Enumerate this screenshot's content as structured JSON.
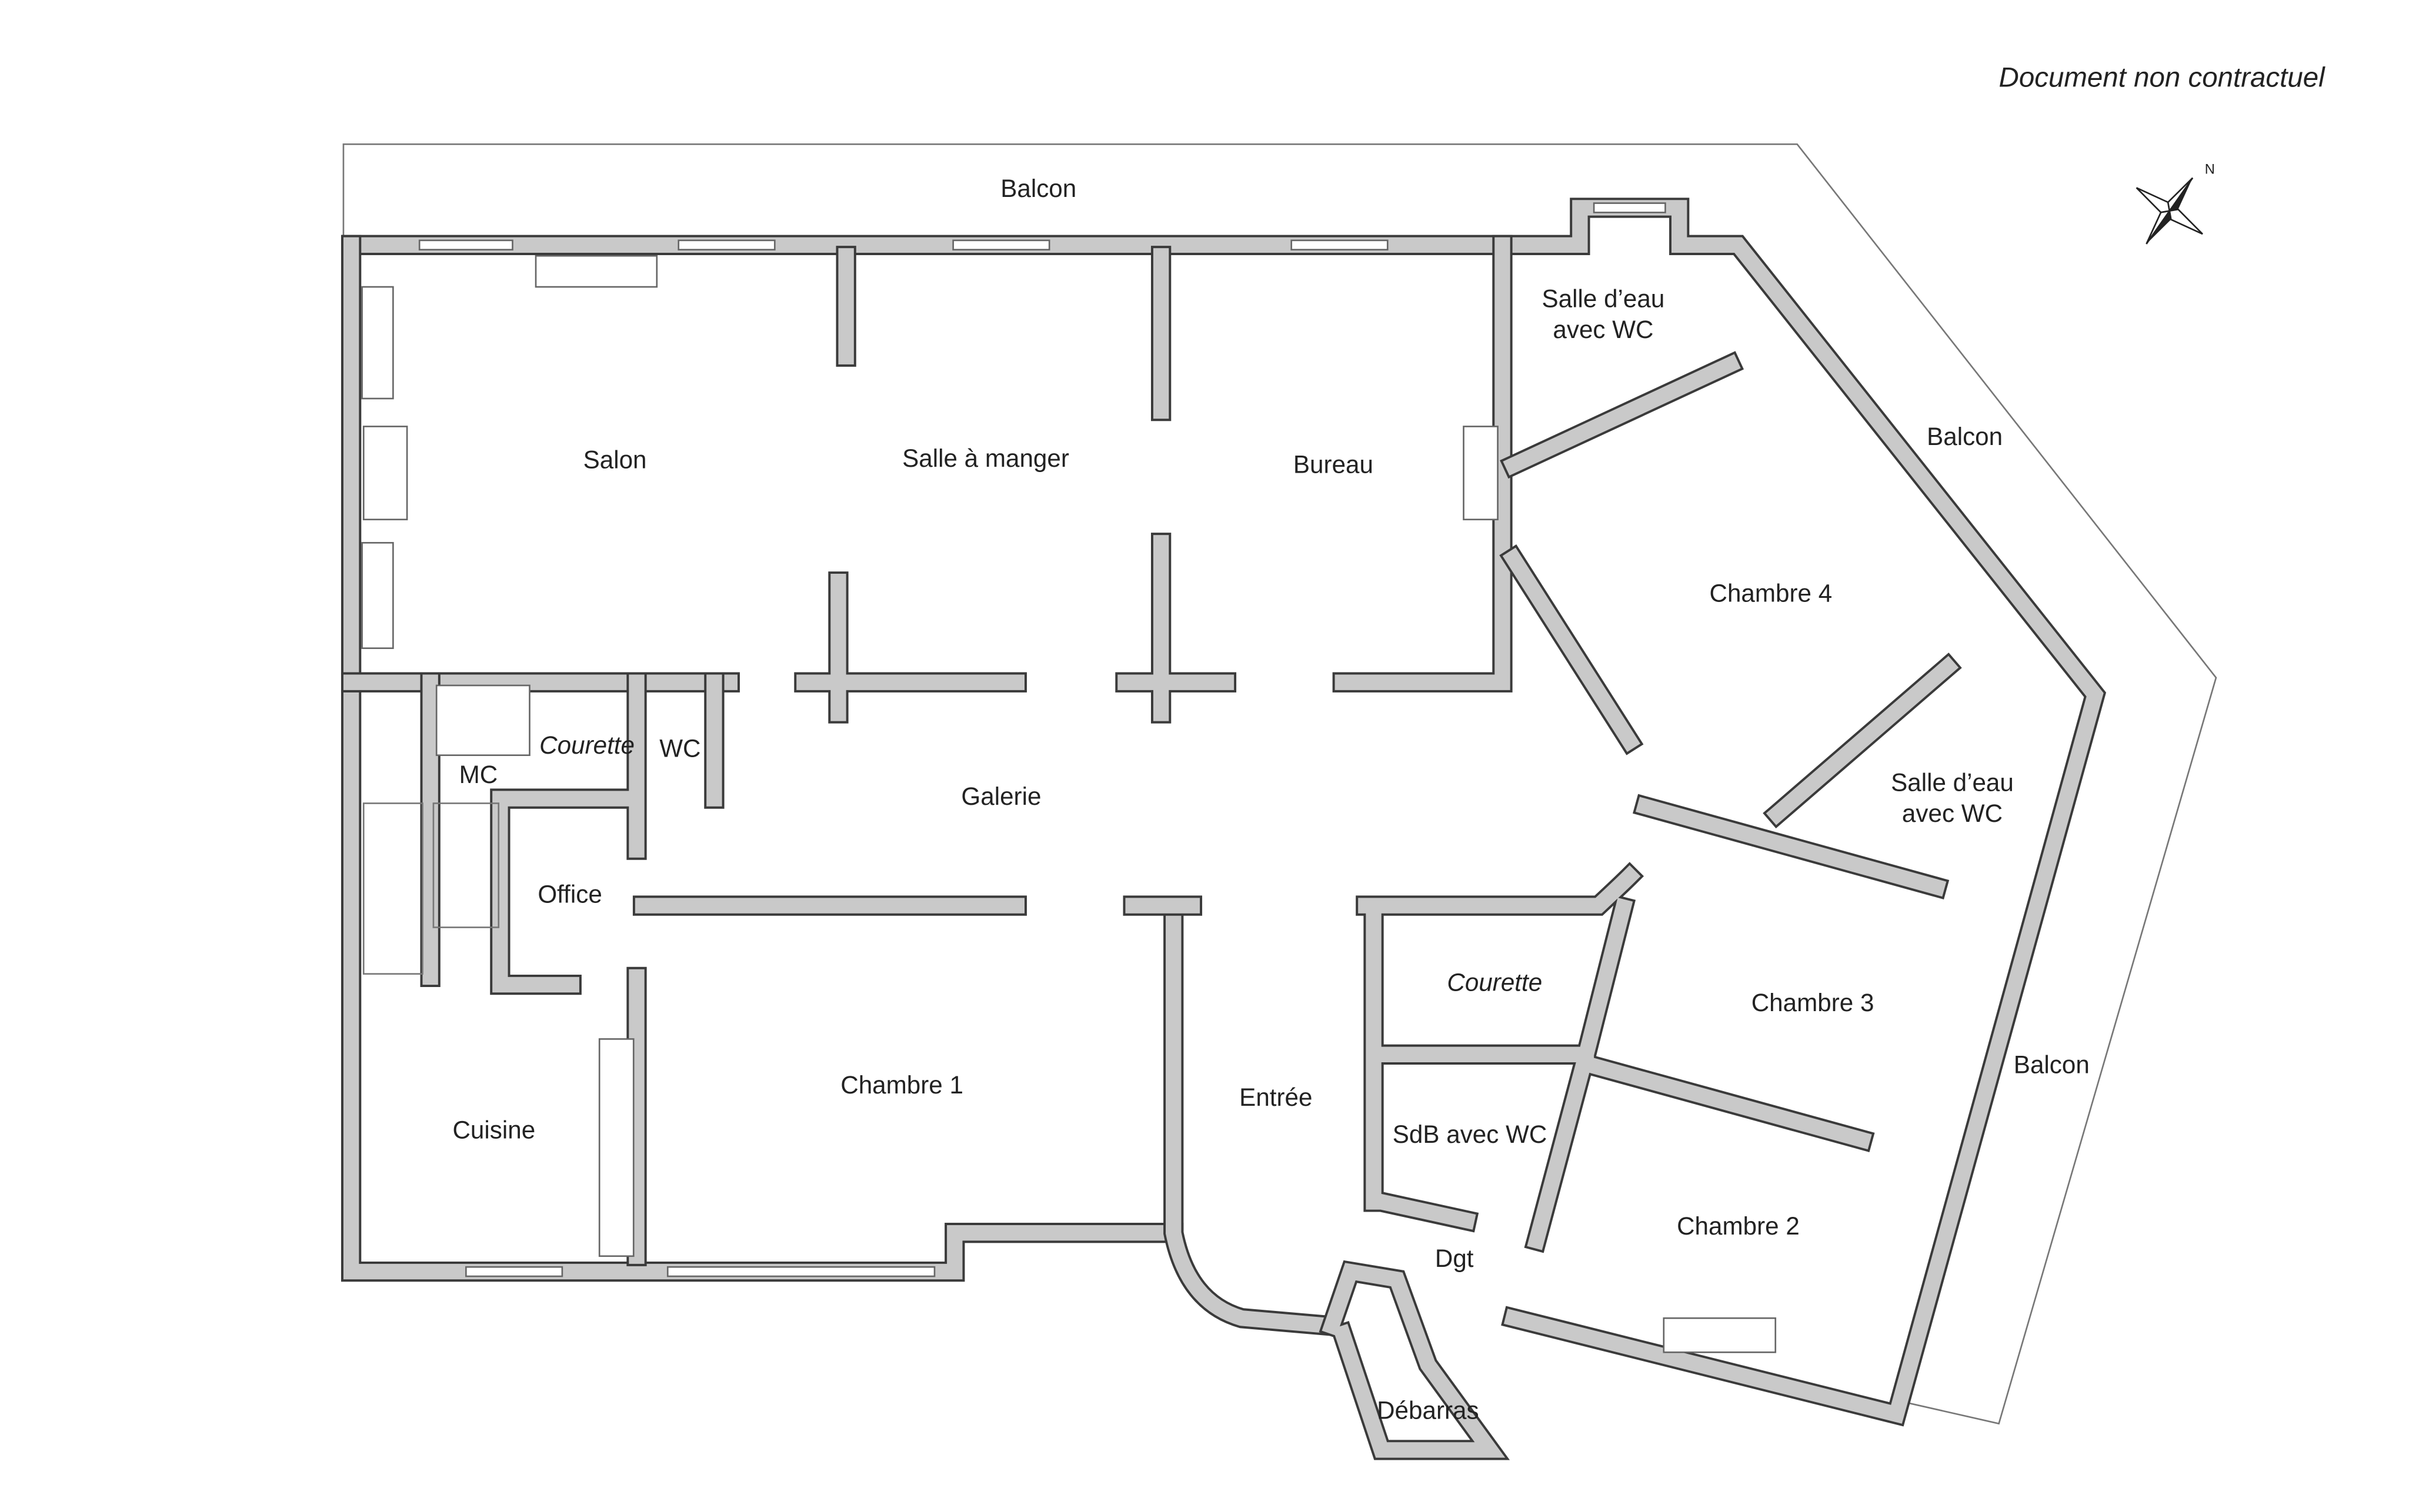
{
  "note": "Document non contractuel",
  "compass": {
    "north_label": "N",
    "icon": "compass-rose-icon"
  },
  "rooms": [
    {
      "label": "Balcon"
    },
    {
      "label": "Salon"
    },
    {
      "label": "Salle à manger"
    },
    {
      "label": "Bureau"
    },
    {
      "label": "Salle d’eau",
      "label2": "avec WC"
    },
    {
      "label": "Balcon"
    },
    {
      "label": "Chambre 4"
    },
    {
      "label": "Salle d’eau",
      "label2": "avec WC"
    },
    {
      "label": "MC"
    },
    {
      "label": "Courette"
    },
    {
      "label": "WC"
    },
    {
      "label": "Galerie"
    },
    {
      "label": "Office"
    },
    {
      "label": "Courette"
    },
    {
      "label": "Chambre 3"
    },
    {
      "label": "Balcon"
    },
    {
      "label": "Chambre 1"
    },
    {
      "label": "Entrée"
    },
    {
      "label": "SdB avec WC"
    },
    {
      "label": "Cuisine"
    },
    {
      "label": "Chambre 2"
    },
    {
      "label": "Dgt"
    },
    {
      "label": "Débarras"
    }
  ],
  "colors": {
    "wall_fill": "#c9c9c9",
    "wall_outline": "#3a3a3a",
    "text": "#222222"
  }
}
